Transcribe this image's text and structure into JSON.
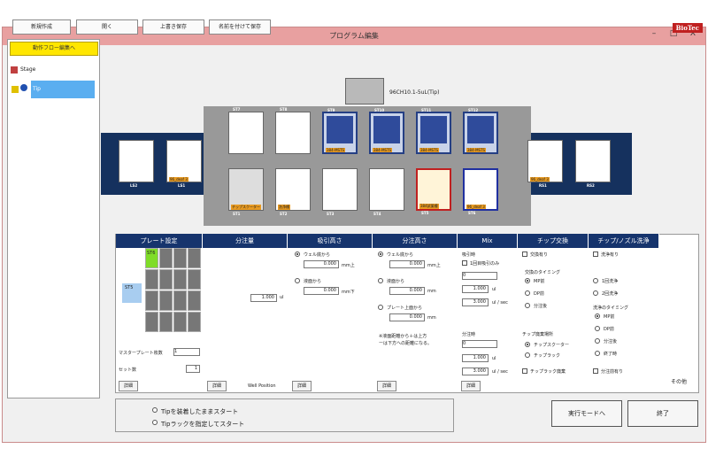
{
  "window": {
    "title": "プログラム編集",
    "close": "X"
  },
  "toolbar": {
    "new": "新規作成",
    "open": "開く",
    "overwrite": "上書き保存",
    "saveas": "名前を付けて保存"
  },
  "logo": "BioTec",
  "left": {
    "flowbtn": "動作フロー編集へ",
    "stage": "Stage",
    "item": "Tip"
  },
  "deck": {
    "head_label": "96CH10.1-5uL(Tip)",
    "top_slots": [
      "ST7",
      "ST8",
      "ST9",
      "ST10",
      "ST11",
      "ST12"
    ],
    "bottom_slots": [
      "ST1",
      "ST2",
      "ST3",
      "ST4",
      "ST5",
      "ST6"
    ],
    "left_slots": [
      "LS2",
      "LS1"
    ],
    "right_slots": [
      "RS1",
      "RS2"
    ],
    "tip_tags": [
      "384-MSTS",
      "384-MSTS",
      "384-MSTS",
      "384-MSTS"
    ],
    "tag_st1": "チップスクーター",
    "tag_st2": "洗浄槽",
    "tag_st5": "384試薬槽",
    "tag_st6": "96_deaf 3",
    "tag_ls1": "96_deaf 3",
    "tag_rs1": "96_deaf 3"
  },
  "sections": {
    "plate": "プレート設定",
    "volume": "分注量",
    "aspirate": "吸引高さ",
    "dispense": "分注高さ",
    "mix": "Mix",
    "tipchange": "チップ交換",
    "wash": "チップ/ノズル洗浄"
  },
  "plate": {
    "st6": "ST6",
    "st5": "ST5",
    "master_label": "マスタープレート枚数",
    "master_val": "1",
    "set_label": "セット数",
    "set_val": "1",
    "detail": "詳細"
  },
  "volume": {
    "value": "1.000",
    "unit": "ul",
    "detail": "詳細",
    "wellpos": "Well Position"
  },
  "aspirate": {
    "opt1": "ウェル底から",
    "val1": "0.000",
    "unit1": "mm上",
    "opt2": "液面から",
    "val2": "0.000",
    "unit2": "mm下",
    "detail": "詳細"
  },
  "dispense": {
    "opt1": "ウェル底から",
    "val1": "0.000",
    "unit1": "mm上",
    "opt2": "液面から",
    "val2": "0.000",
    "unit2": "mm",
    "opt3": "プレート上面から",
    "val3": "0.000",
    "unit3": "mm",
    "note1": "※液面距離から＋は上方",
    "note2": "ーは下方への距離になる。",
    "detail": "詳細"
  },
  "mix": {
    "asp_label": "吸引時",
    "first_only": "1回目吸引のみ",
    "v1": "0",
    "v2": "1.000",
    "u2": "ul",
    "v3": "3.000",
    "u3": "ul / sec",
    "disp_label": "分注時",
    "v4": "0",
    "v5": "1.000",
    "u5": "ul",
    "v6": "3.000",
    "u6": "ul / sec",
    "detail": "詳細"
  },
  "tipchange": {
    "exchange": "交換有り",
    "timing": "交換のタイミング",
    "t1": "MP前",
    "t2": "DP前",
    "t3": "分注後",
    "disposal": "チップ廃棄場所",
    "d1": "チップスクーター",
    "d2": "チップラック",
    "rack": "チップラック廃棄"
  },
  "wash": {
    "wash": "洗浄有り",
    "w1": "1回洗浄",
    "w2": "2回洗浄",
    "timing": "洗浄のタイミング",
    "t1": "MP前",
    "t2": "DP前",
    "t3": "分注後",
    "t4": "終了時",
    "after": "分注前有り",
    "other": "その他"
  },
  "run": {
    "opt1": "Tipを装着したままスタート",
    "opt2": "Tipラックを指定してスタート",
    "exec": "実行モードへ",
    "end": "終了"
  }
}
